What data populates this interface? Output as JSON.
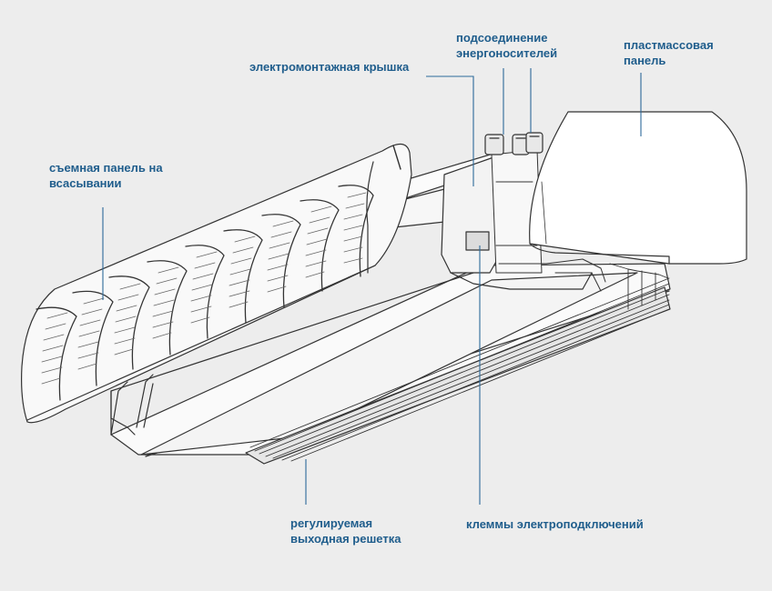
{
  "labels": {
    "suction_panel": [
      "съемная панель на",
      "всасывании"
    ],
    "electrical_cover": [
      "электромонтажная крышка"
    ],
    "energy_connection": [
      "подсоединение",
      "энергоносителей"
    ],
    "plastic_panel": [
      "пластмассовая",
      "панель"
    ],
    "outlet_grille": [
      "регулируемая",
      "выходная решетка"
    ],
    "terminals": [
      "клеммы электроподключений"
    ]
  },
  "colors": {
    "background": "#ededed",
    "label": "#1f5d8c",
    "leader": "#2d6a9a",
    "outline": "#333333"
  }
}
